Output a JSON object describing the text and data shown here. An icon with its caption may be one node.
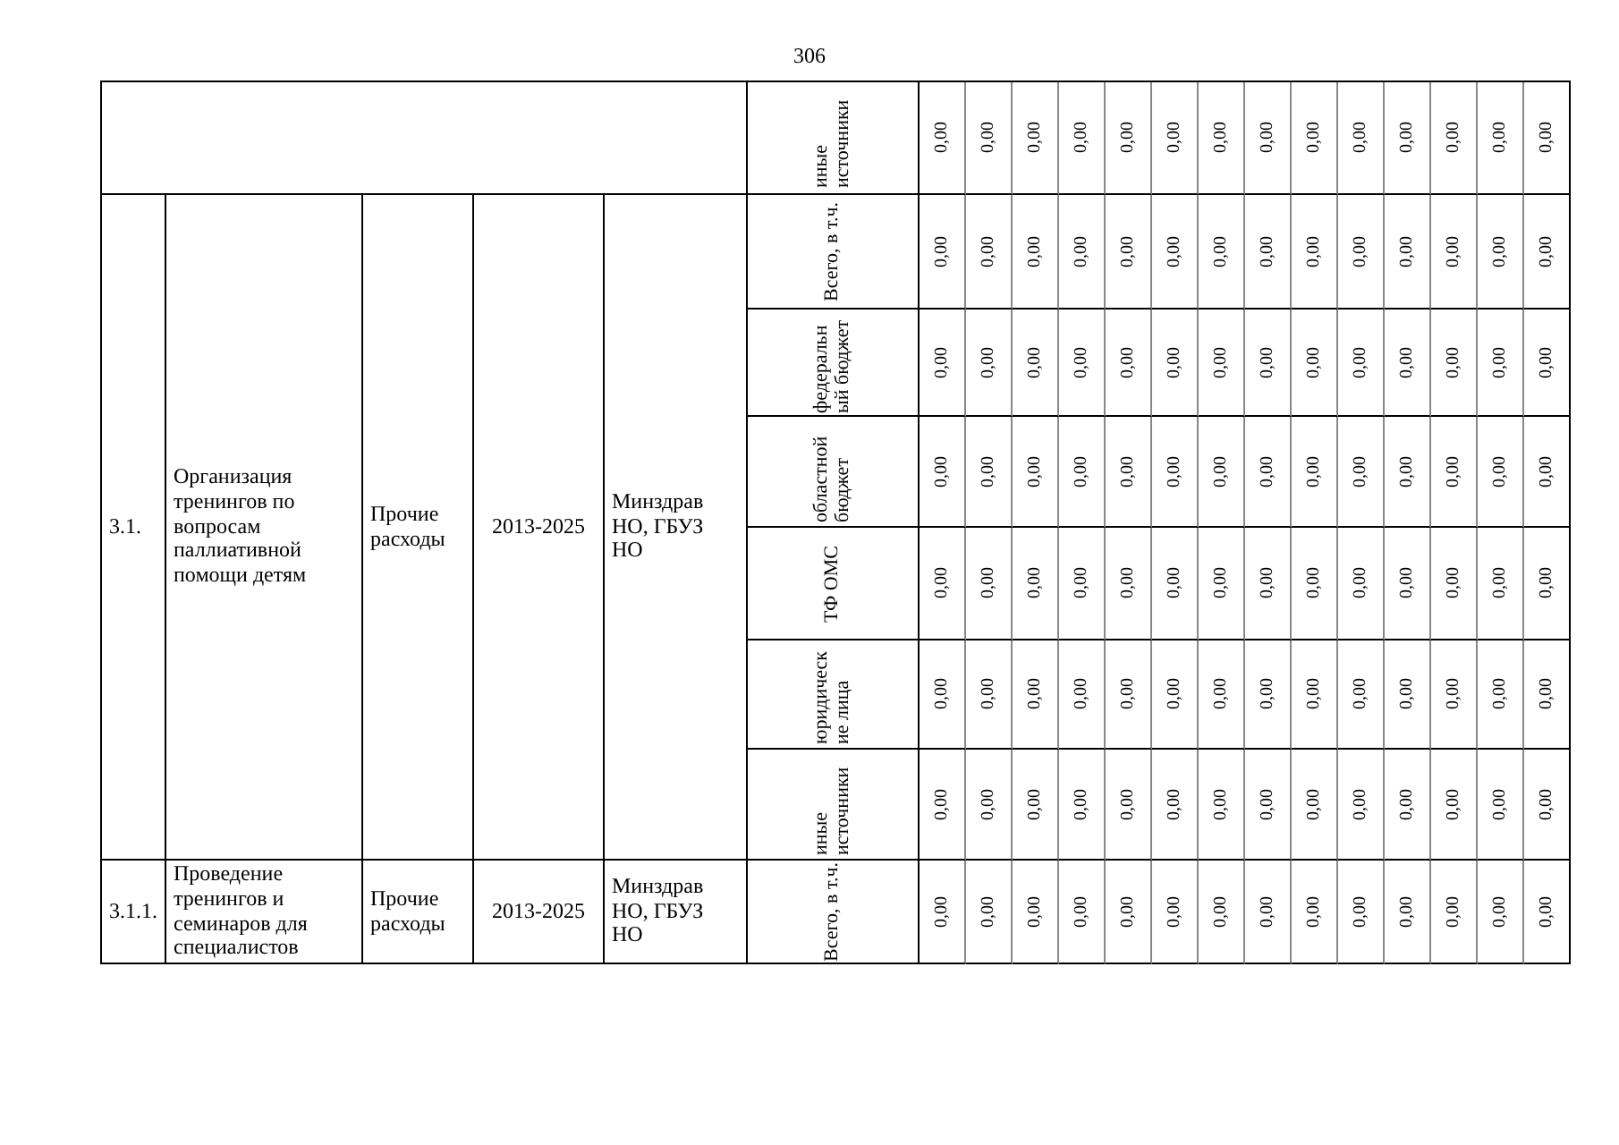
{
  "diagram": {
    "labels": [
      "306",
      "иные источники",
      "0,00",
      "0,00",
      "0,00",
      "0,00",
      "0,00",
      "0,00",
      "0,00",
      "0,00",
      "0,00",
      "0,00",
      "0,00",
      "0,00",
      "0,00",
      "0,00",
      "3.1.",
      "Организация тренингов по вопросам паллиативной помощи детям",
      "Прочие расходы",
      "2013-2025",
      "Минздрав НО, ГБУЗ НО",
      "Всего, в т.ч.",
      "0,00",
      "0,00",
      "0,00",
      "0,00",
      "0,00",
      "0,00",
      "0,00",
      "0,00",
      "0,00",
      "0,00",
      "0,00",
      "0,00",
      "0,00",
      "0,00",
      "федеральный бюджет",
      "0,00",
      "0,00",
      "0,00",
      "0,00",
      "0,00",
      "0,00",
      "0,00",
      "0,00",
      "0,00",
      "0,00",
      "0,00",
      "0,00",
      "0,00",
      "0,00",
      "областной бюджет",
      "0,00",
      "0,00",
      "0,00",
      "0,00",
      "0,00",
      "0,00",
      "0,00",
      "0,00",
      "0,00",
      "0,00",
      "0,00",
      "0,00",
      "0,00",
      "0,00",
      "ТФ ОМС",
      "0,00",
      "0,00",
      "0,00",
      "0,00",
      "0,00",
      "0,00",
      "0,00",
      "0,00",
      "0,00",
      "0,00",
      "0,00",
      "0,00",
      "0,00",
      "0,00",
      "юридические лица",
      "0,00",
      "0,00",
      "0,00",
      "0,00",
      "0,00",
      "0,00",
      "0,00",
      "0,00",
      "0,00",
      "0,00",
      "0,00",
      "0,00",
      "0,00",
      "0,00",
      "иные источники",
      "0,00",
      "0,00",
      "0,00",
      "0,00",
      "0,00",
      "0,00",
      "0,00",
      "0,00",
      "0,00",
      "0,00",
      "0,00",
      "0,00",
      "0,00",
      "0,00",
      "3.1.1.",
      "Проведение тренингов и семинаров для специалистов",
      "Прочие расходы",
      "2013-2025",
      "Минздрав НО, ГБУЗ НО",
      "Всего, в т.ч.",
      "0,00",
      "0,00",
      "0,00",
      "0,00",
      "0,00",
      "0,00",
      "0,00",
      "0,00",
      "0,00",
      "0,00",
      "0,00",
      "0,00",
      "0,00",
      "0,00"
    ]
  }
}
